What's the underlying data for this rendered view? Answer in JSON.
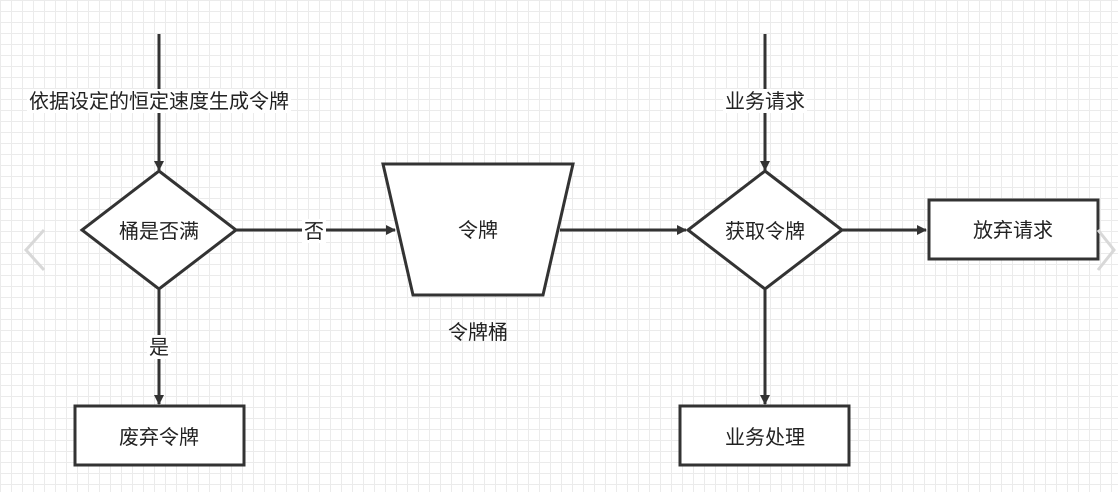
{
  "diagram": {
    "rate_label": "依据设定的恒定速度生成令牌",
    "bucket_full_decision": "桶是否满",
    "no_label": "否",
    "yes_label": "是",
    "token_shape_label": "令牌",
    "bucket_caption": "令牌桶",
    "discard_token_box": "废弃令牌",
    "request_label": "业务请求",
    "get_token_decision": "获取令牌",
    "reject_request_box": "放弃请求",
    "process_box": "业务处理"
  },
  "colors": {
    "stroke": "#333333",
    "text": "#222222",
    "nav_arrow": "#d8d8d8"
  },
  "icons": {
    "prev": "chevron-left-icon",
    "next": "chevron-right-icon"
  }
}
